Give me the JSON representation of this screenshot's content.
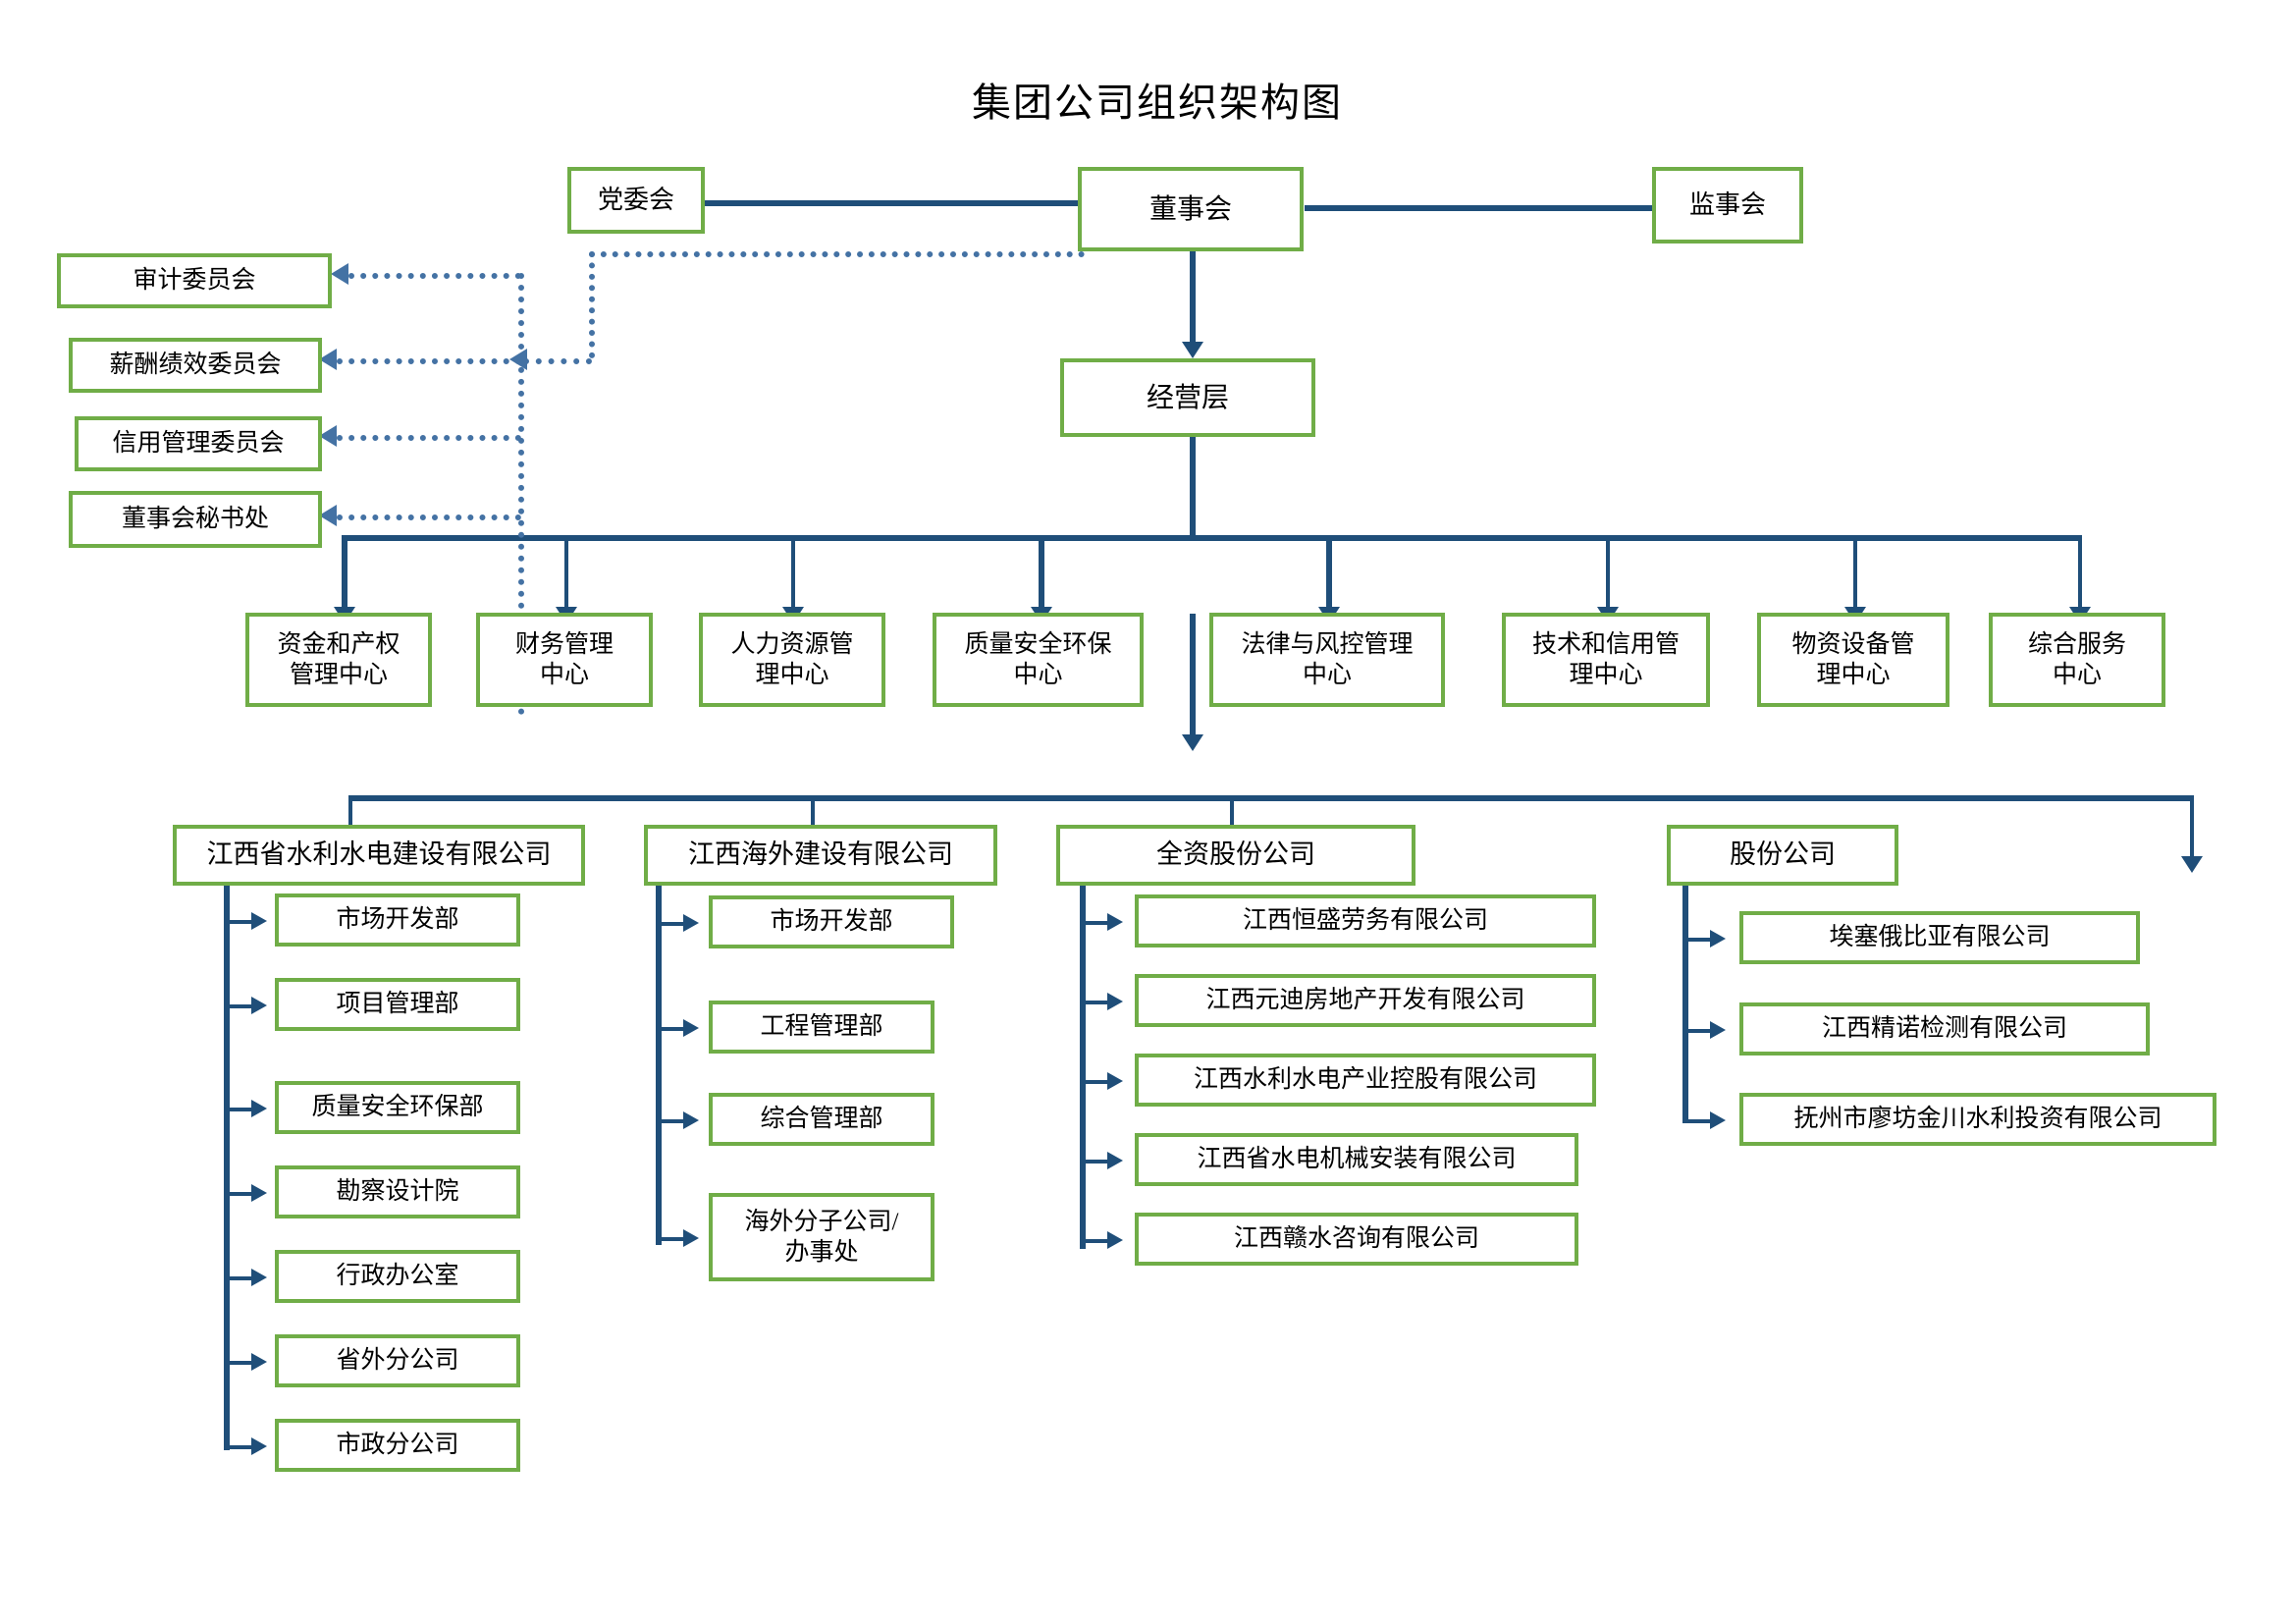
{
  "chart_title": "集团公司组织架构图",
  "colors": {
    "box_border_green": "#70ad47",
    "connector_blue": "#1f4e79",
    "dotted_blue": "#4472a4",
    "background": "#ffffff",
    "text": "#000000"
  },
  "governance": {
    "party_committee": "党委会",
    "board_of_directors": "董事会",
    "board_of_supervisors": "监事会",
    "management_layer": "经营层"
  },
  "committees": [
    {
      "label": "审计委员会"
    },
    {
      "label": "薪酬绩效委员会"
    },
    {
      "label": "信用管理委员会"
    },
    {
      "label": "董事会秘书处"
    }
  ],
  "centers": [
    {
      "line1": "资金和产权",
      "line2": "管理中心"
    },
    {
      "line1": "财务管理",
      "line2": "中心"
    },
    {
      "line1": "人力资源管",
      "line2": "理中心"
    },
    {
      "line1": "质量安全环保",
      "line2": "中心"
    },
    {
      "line1": "法律与风控管理",
      "line2": "中心"
    },
    {
      "line1": "技术和信用管",
      "line2": "理中心"
    },
    {
      "line1": "物资设备管",
      "line2": "理中心"
    },
    {
      "line1": "综合服务",
      "line2": "中心"
    }
  ],
  "subsidiaries": [
    {
      "name": "江西省水利水电建设有限公司",
      "children": [
        {
          "label": "市场开发部"
        },
        {
          "label": "项目管理部"
        },
        {
          "label": "质量安全环保部"
        },
        {
          "label": "勘察设计院"
        },
        {
          "label": "行政办公室"
        },
        {
          "label": "省外分公司"
        },
        {
          "label": "市政分公司"
        }
      ]
    },
    {
      "name": "江西海外建设有限公司",
      "children": [
        {
          "label": "市场开发部"
        },
        {
          "label": "工程管理部"
        },
        {
          "label": "综合管理部"
        },
        {
          "line1": "海外分子公司/",
          "line2": "办事处"
        }
      ]
    },
    {
      "name": "全资股份公司",
      "children": [
        {
          "label": "江西恒盛劳务有限公司"
        },
        {
          "label": "江西元迪房地产开发有限公司"
        },
        {
          "label": "江西水利水电产业控股有限公司"
        },
        {
          "label": "江西省水电机械安装有限公司"
        },
        {
          "label": "江西赣水咨询有限公司"
        }
      ]
    },
    {
      "name": "股份公司",
      "children": [
        {
          "label": "埃塞俄比亚有限公司"
        },
        {
          "label": "江西精诺检测有限公司"
        },
        {
          "label": "抚州市廖坊金川水利投资有限公司"
        }
      ]
    }
  ]
}
